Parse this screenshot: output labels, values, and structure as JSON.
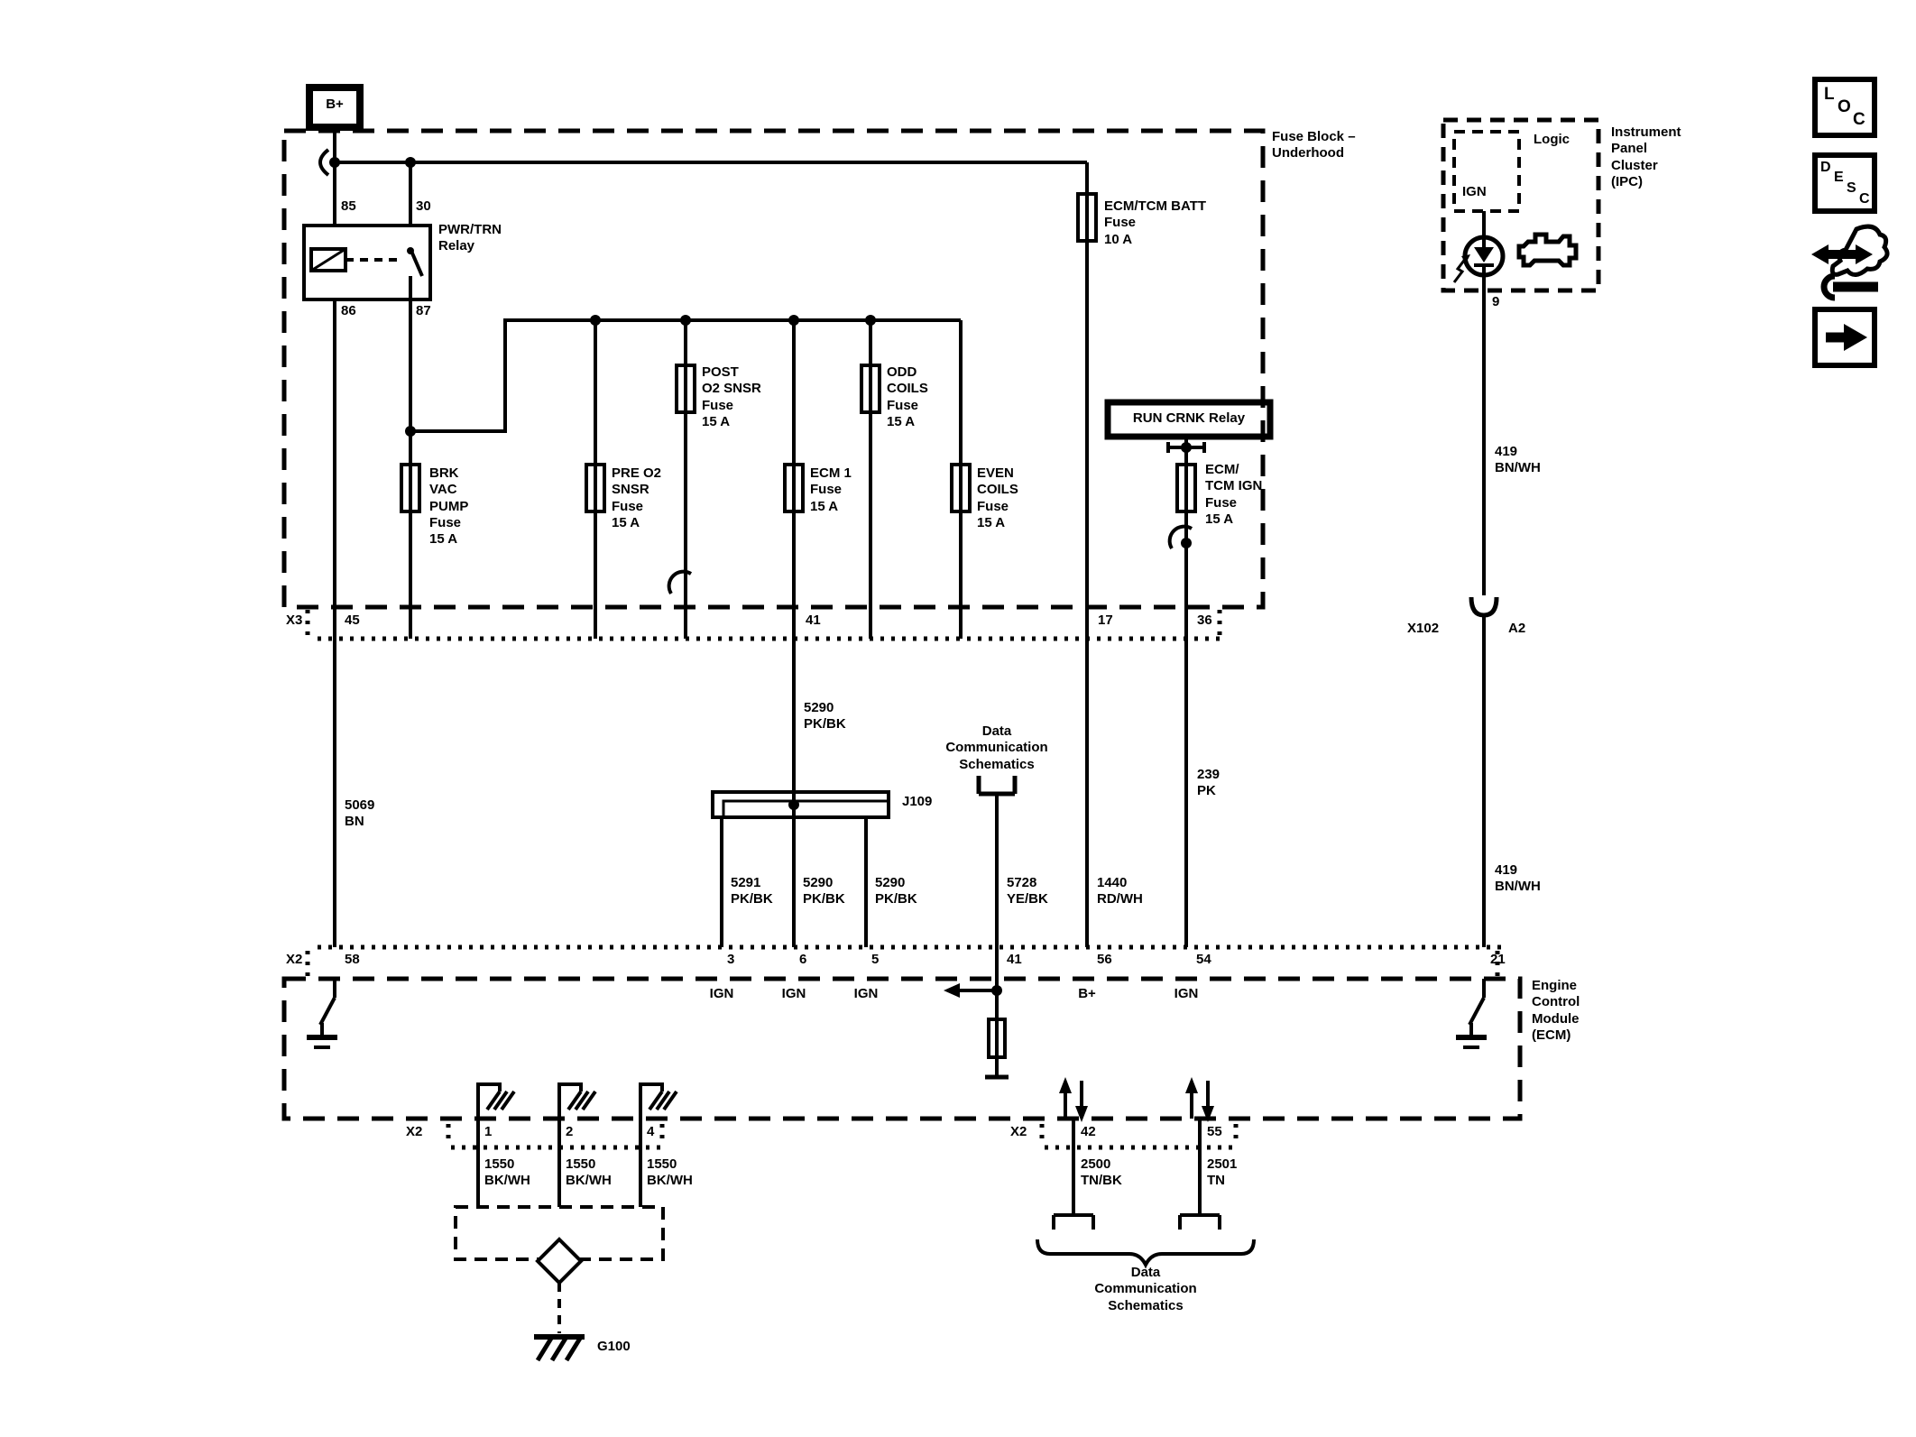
{
  "colors": {
    "ink": "#000000",
    "paper": "#ffffff"
  },
  "b_plus_terminal": {
    "label": "B+"
  },
  "fuse_block": {
    "name_label": "Fuse Block –\nUnderhood",
    "pwr_trn_relay": {
      "label": "PWR/TRN\nRelay",
      "pin_85": "85",
      "pin_30": "30",
      "pin_86": "86",
      "pin_87": "87"
    },
    "run_crnk_relay_label": "RUN CRNK Relay",
    "fuses": {
      "ecm_tcm_batt": "ECM/TCM BATT\nFuse\n10 A",
      "brk_vac_pump": "BRK\nVAC\nPUMP\nFuse\n15 A",
      "pre_o2_snsr": "PRE O2\nSNSR\nFuse\n15 A",
      "post_o2_snsr": "POST\nO2 SNSR\nFuse\n15 A",
      "ecm_1": "ECM 1\nFuse\n15 A",
      "odd_coils": "ODD\nCOILS\nFuse\n15 A",
      "even_coils": "EVEN\nCOILS\nFuse\n15 A",
      "ecm_tcm_ign": "ECM/\nTCM IGN\nFuse\n15 A"
    }
  },
  "ipc": {
    "title": "Instrument\nPanel\nCluster\n(IPC)",
    "logic_label": "Logic",
    "ign_label": "IGN",
    "pin_9": "9"
  },
  "connector_x3": {
    "label": "X3",
    "pin_45": "45",
    "pin_41": "41",
    "pin_17": "17",
    "pin_36": "36"
  },
  "connector_x102": {
    "label": "X102",
    "pin_a2": "A2"
  },
  "connector_x2_main": {
    "label": "X2",
    "pin_58": "58",
    "pin_3": "3",
    "pin_6": "6",
    "pin_5": "5",
    "pin_41": "41",
    "pin_56": "56",
    "pin_54": "54",
    "pin_21": "21",
    "ign_under_3": "IGN",
    "ign_under_6": "IGN",
    "ign_under_5": "IGN",
    "b_plus_under_56": "B+",
    "ign_under_54": "IGN"
  },
  "connector_x2_gnd": {
    "label": "X2",
    "pin_1": "1",
    "pin_2": "2",
    "pin_4": "4"
  },
  "connector_x2_data": {
    "label": "X2",
    "pin_42": "42",
    "pin_55": "55"
  },
  "wires": {
    "w5069": "5069\nBN",
    "w5290_top": "5290\nPK/BK",
    "w5291": "5291\nPK/BK",
    "w5290_a": "5290\nPK/BK",
    "w5290_b": "5290\nPK/BK",
    "w5728": "5728\nYE/BK",
    "w1440": "1440\nRD/WH",
    "w239": "239\nPK",
    "w419_top": "419\nBN/WH",
    "w419_bottom": "419\nBN/WH",
    "w1550_1": "1550\nBK/WH",
    "w1550_2": "1550\nBK/WH",
    "w1550_4": "1550\nBK/WH",
    "w2500": "2500\nTN/BK",
    "w2501": "2501\nTN"
  },
  "splices": {
    "j109": "J109",
    "g100": "G100"
  },
  "ecm": {
    "title": "Engine\nControl\nModule\n(ECM)"
  },
  "references": {
    "data_comm_mid": "Data\nCommunication\nSchematics",
    "data_comm_bottom": "Data\nCommunication\nSchematics"
  },
  "legend_icons": {
    "loc": [
      "L",
      "O",
      "C"
    ],
    "desc": [
      "D",
      "E",
      "S",
      "C"
    ]
  }
}
